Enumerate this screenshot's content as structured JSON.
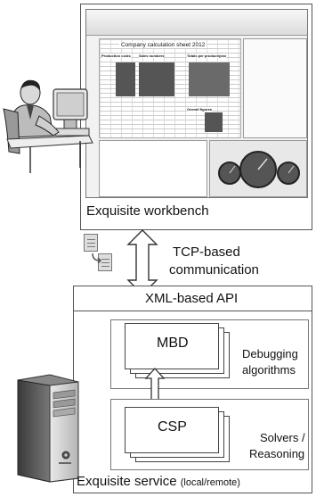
{
  "workbench": {
    "label": "Exquisite workbench",
    "sheet_title": "Company calculation sheet 2012",
    "sections": [
      "Production costs",
      "Sales numbers",
      "Totals per product/year",
      "Overall figures"
    ]
  },
  "connection": {
    "line1": "TCP-based",
    "line2": "communication"
  },
  "service": {
    "api_label": "XML-based API",
    "mbd_label": "MBD",
    "debugging_line1": "Debugging",
    "debugging_line2": "algorithms",
    "csp_label": "CSP",
    "solvers_line1": "Solvers /",
    "solvers_line2": "Reasoning",
    "footer_main": "Exquisite service",
    "footer_sub": "(local/remote)"
  }
}
